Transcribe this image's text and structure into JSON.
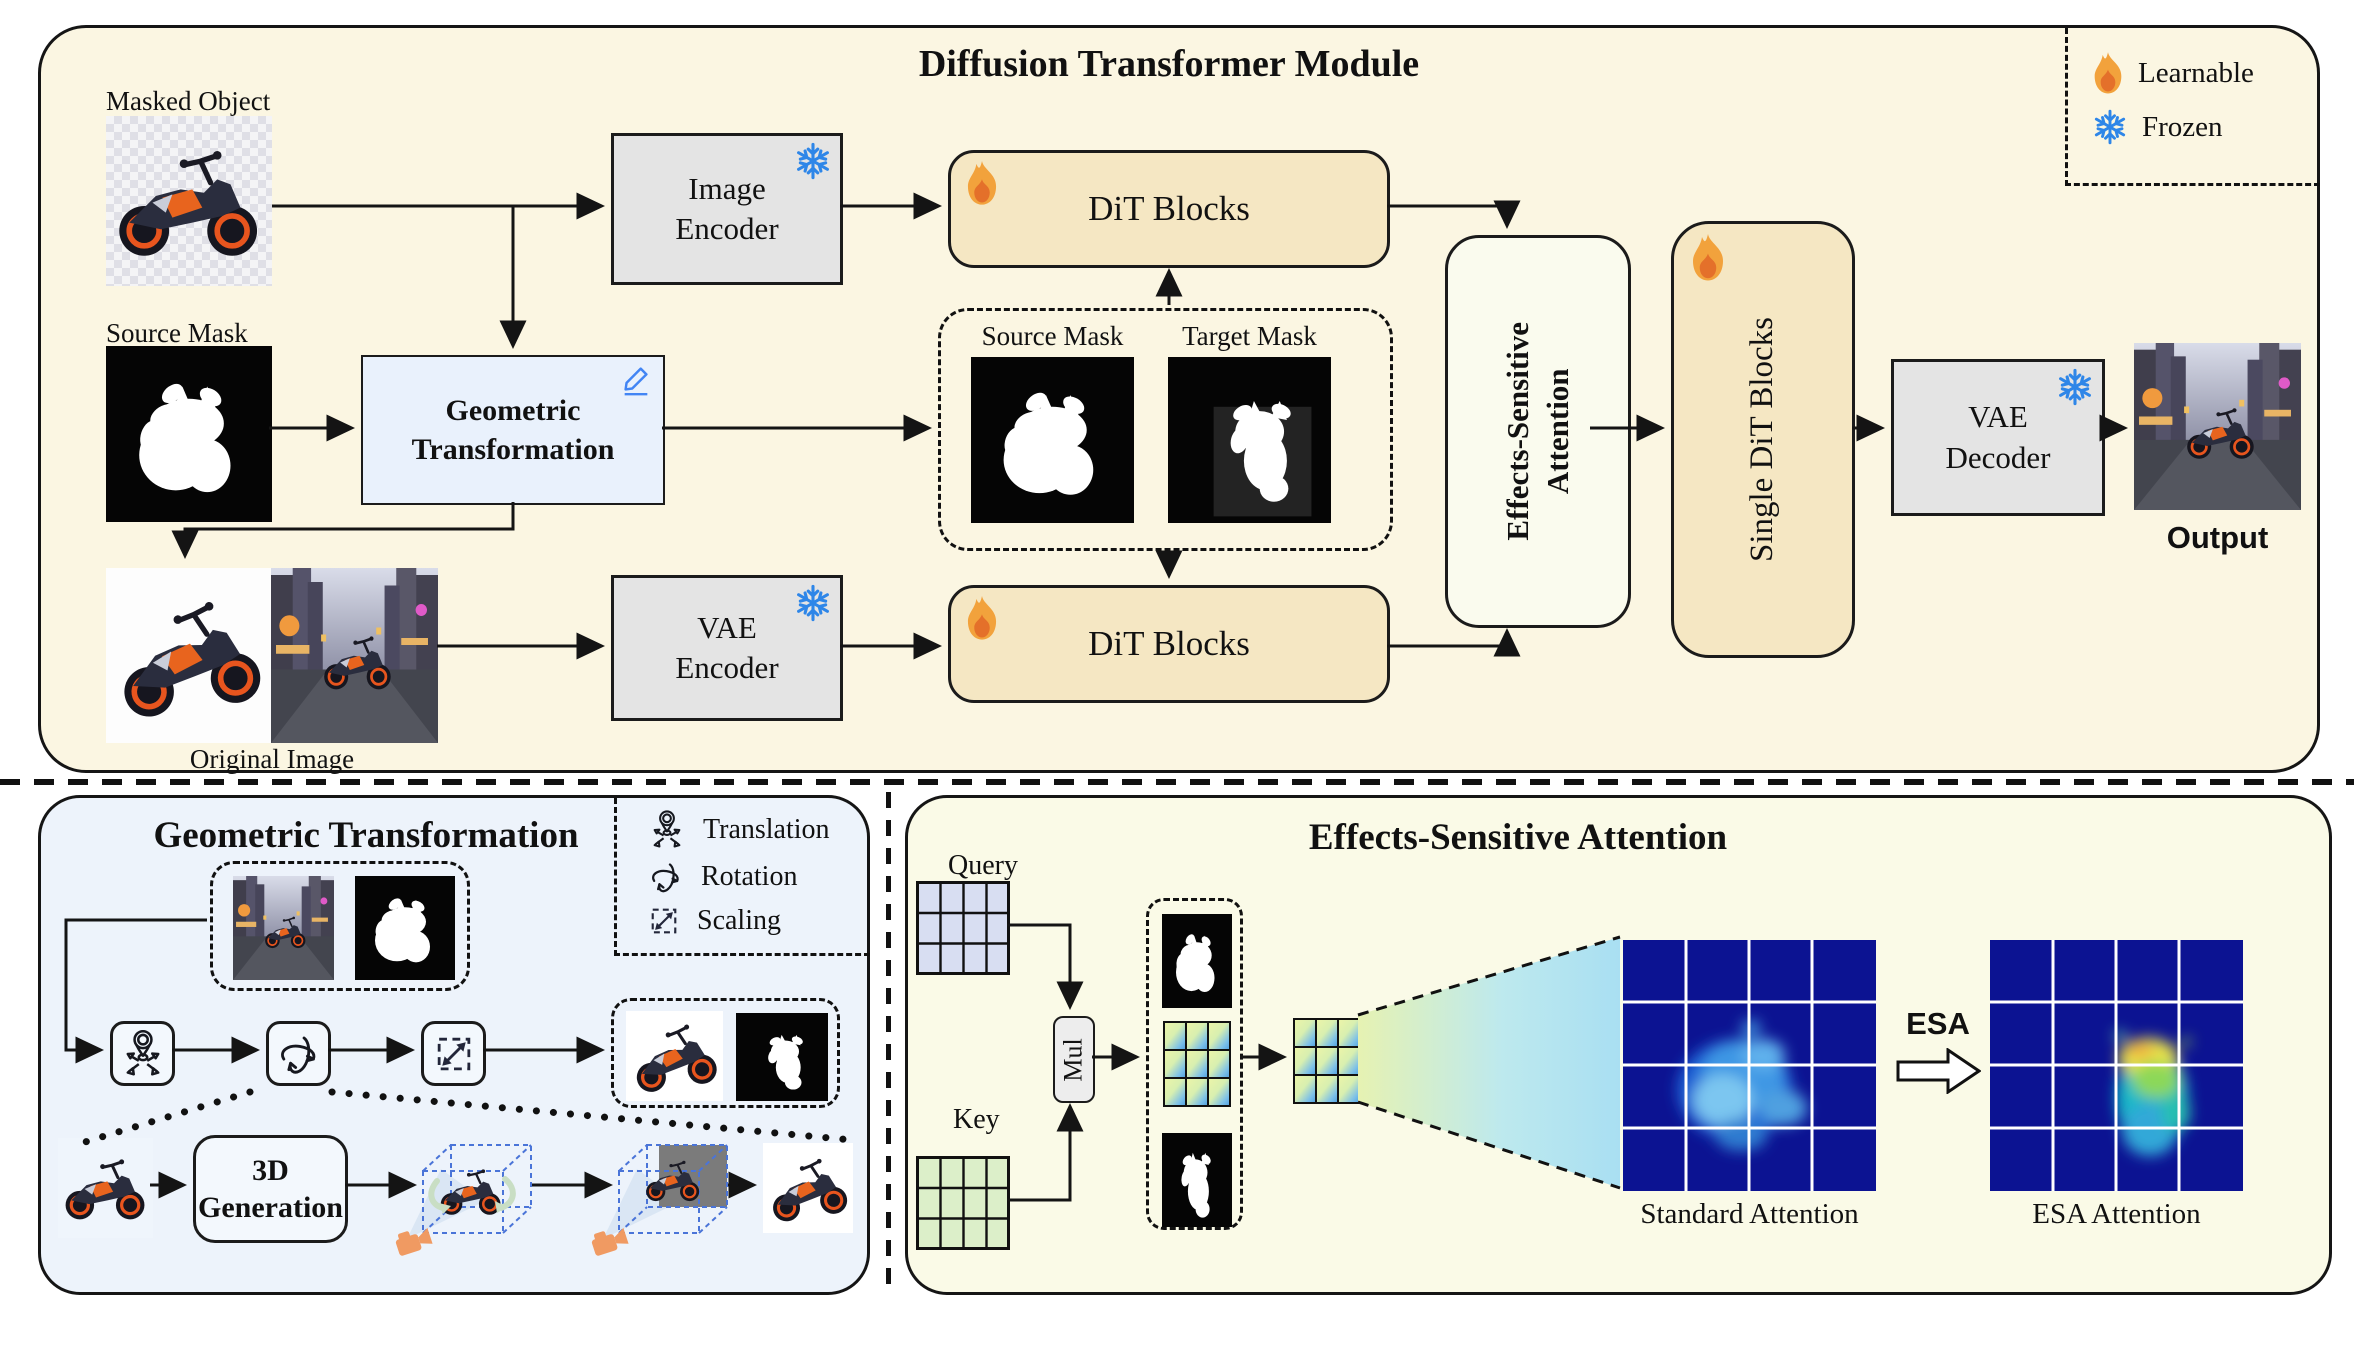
{
  "colors": {
    "top_panel_bg": "#FBF6E2",
    "gt_panel_bg": "#EDF3FB",
    "esa_panel_bg": "#FAFAE7",
    "tan_block": "#F5E7C3",
    "gray_block": "#E4E4E4",
    "blue_block": "#E9F1FC",
    "flame_orange": "#F2A23C",
    "frozen_blue": "#2E86E8",
    "query_cell": "#D8DEF2",
    "key_cell": "#DCEFC9",
    "heatmap_navy": "#0C1392"
  },
  "top_panel": {
    "title": "Diffusion Transformer Module",
    "masked_object_label": "Masked Object",
    "source_mask_label": "Source Mask",
    "original_image_label": "Original Image",
    "output_label": "Output",
    "image_encoder": {
      "l1": "Image",
      "l2": "Encoder"
    },
    "vae_encoder": {
      "l1": "VAE",
      "l2": "Encoder"
    },
    "vae_decoder": {
      "l1": "VAE",
      "l2": "Decoder"
    },
    "dit_blocks_top": "DiT Blocks",
    "dit_blocks_bottom": "DiT Blocks",
    "single_dit_blocks": "Single DiT Blocks",
    "esa_box": {
      "l1": "Effects-Sensitive",
      "l2": "Attention"
    },
    "geometric_transformation": {
      "l1": "Geometric",
      "l2": "Transformation"
    },
    "masks_box": {
      "source_mask_label": "Source Mask",
      "target_mask_label": "Target Mask"
    },
    "legend": {
      "learnable": "Learnable",
      "frozen": "Frozen"
    }
  },
  "gt_panel": {
    "title": "Geometric Transformation",
    "legend": [
      {
        "icon": "translation-icon",
        "label": "Translation"
      },
      {
        "icon": "rotation-icon",
        "label": "Rotation"
      },
      {
        "icon": "scaling-icon",
        "label": "Scaling"
      }
    ],
    "gen3d": {
      "l1": "3D",
      "l2": "Generation"
    }
  },
  "esa_panel": {
    "title": "Effects-Sensitive Attention",
    "query_label": "Query",
    "key_label": "Key",
    "mul_label": "Mul",
    "esa_arrow_label": "ESA",
    "standard_attention_label": "Standard Attention",
    "esa_attention_label": "ESA Attention"
  }
}
